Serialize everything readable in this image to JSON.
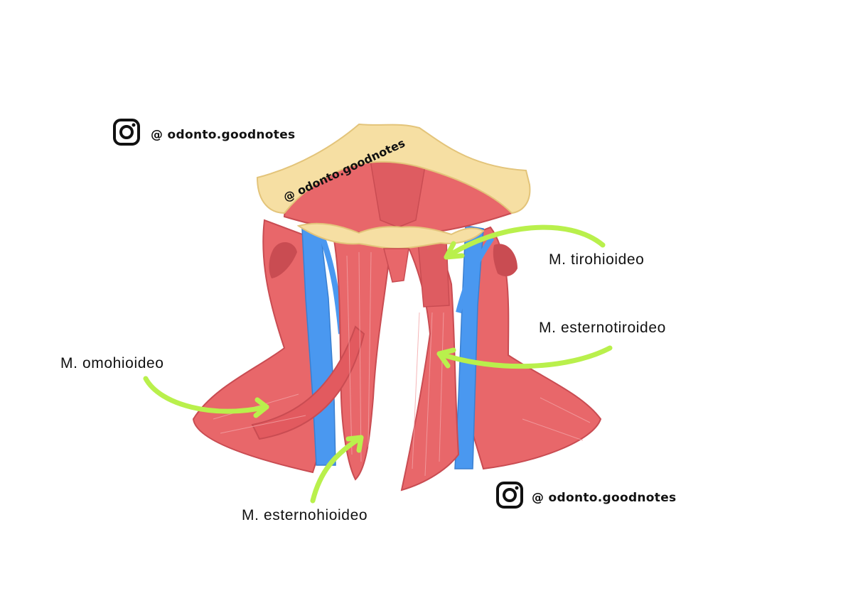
{
  "labels": {
    "tirohioideo": "M. tirohioideo",
    "esternotiroideo": "M. esternotiroideo",
    "omohioideo": "M. omohioideo",
    "esternohioideo": "M. esternohioideo"
  },
  "watermarks": {
    "top_handle": "@ odonto.goodnotes",
    "bone_handle": "@ odonto.goodnotes",
    "bottom_handle": "@ odonto.goodnotes"
  },
  "icons": {
    "social": "instagram-icon"
  },
  "colors": {
    "muscle": "#e8676a",
    "muscle_dark": "#c94c52",
    "vein": "#4a98f0",
    "bone": "#f6dfa3",
    "arrow": "#b9f04c",
    "background": "#ffffff"
  }
}
